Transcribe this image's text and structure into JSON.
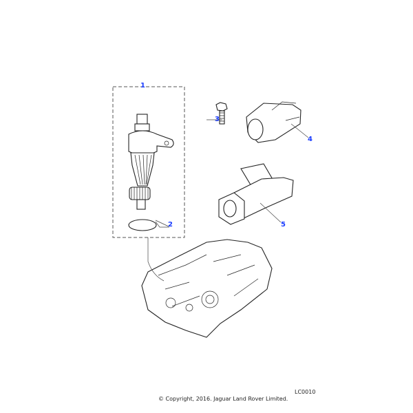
{
  "diagram": {
    "callouts": [
      "1",
      "2",
      "3",
      "4",
      "5"
    ],
    "drawing_code": "LC0010",
    "copyright": "© Copyright, 2016. Jaguar Land Rover Limited.",
    "accent_color": "#1a3cff"
  }
}
